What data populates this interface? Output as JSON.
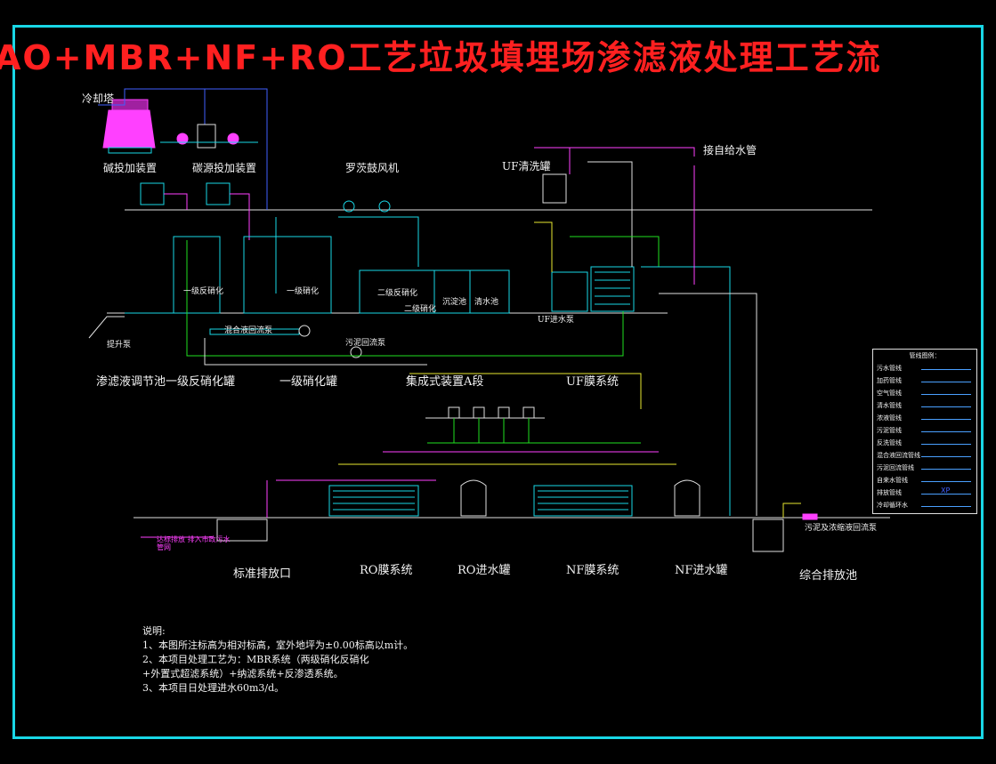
{
  "title": "AO+MBR+NF+RO工艺垃圾填埋场渗滤液处理工艺流",
  "labels": {
    "cooling_tower": "冷却塔",
    "alkali_dosing": "碱投加装置",
    "carbon_dosing": "碳源投加装置",
    "roots_blower": "罗茨鼓风机",
    "uf_cleaning_tank": "UF清洗罐",
    "tap_water": "接自给水管",
    "lift_pump": "提升泵",
    "leachate_basin": "渗滤液调节池",
    "primary_denitrification_tank": "一级反硝化罐",
    "primary_nitrification_tank": "一级硝化罐",
    "integrated_unit": "集成式装置A段",
    "uf_system": "UF膜系统",
    "discharge_outlet": "标准排放口",
    "ro_system": "RO膜系统",
    "ro_inlet_tank": "RO进水罐",
    "nf_system": "NF膜系统",
    "nf_inlet_tank": "NF进水罐",
    "combined_discharge_pool": "综合排放池",
    "in_first_denit": "一级反硝化",
    "in_first_nit": "一级硝化",
    "in_second_denit": "二级反硝化",
    "in_second_nit": "二级硝化",
    "in_settling": "沉淀池",
    "in_clear": "清水池",
    "mixed_return_pump": "混合液回流泵",
    "sludge_return_pump": "污泥回流泵",
    "uf_feed_pump": "UF进水泵",
    "concentrate_return": "污泥及浓缩液回流泵",
    "discharge_note": "达标排放 排入市政污水管网"
  },
  "notes": {
    "heading": "说明:",
    "line1": "1、本图所注标高为相对标高，室外地坪为±0.00标高以m计。",
    "line2a": "2、本项目处理工艺为：MBR系统（两级硝化反硝化",
    "line2b": "+外置式超滤系统）+纳滤系统+反渗透系统。",
    "line3": "3、本项目日处理进水60m3/d。"
  },
  "legend": {
    "title": "管线图例：",
    "rows": [
      {
        "name": "污水管线",
        "color": "#4aa0ff"
      },
      {
        "name": "加药管线",
        "color": "#4aa0ff"
      },
      {
        "name": "空气管线",
        "color": "#4aa0ff"
      },
      {
        "name": "清水管线",
        "color": "#4aa0ff"
      },
      {
        "name": "浓液管线",
        "color": "#4aa0ff"
      },
      {
        "name": "污泥管线",
        "color": "#4aa0ff"
      },
      {
        "name": "反洗管线",
        "color": "#4aa0ff"
      },
      {
        "name": "混合液回流管线",
        "color": "#4aa0ff"
      },
      {
        "name": "污泥回流管线",
        "color": "#4aa0ff"
      },
      {
        "name": "自来水管线",
        "color": "#4aa0ff"
      },
      {
        "name": "排放管线",
        "color": "#4aa0ff"
      },
      {
        "name": "冷却循环水",
        "color": "#4aa0ff"
      }
    ],
    "xp_marker": "XP"
  },
  "colors": {
    "frame": "#19d7e6",
    "title": "#ff2020",
    "pipe_yellow": "#e8e830",
    "pipe_green": "#20e020",
    "pipe_magenta": "#ff40ff",
    "pipe_cyan": "#19d7e6",
    "pipe_blue": "#4060ff",
    "pipe_white": "#e0e0e0"
  }
}
